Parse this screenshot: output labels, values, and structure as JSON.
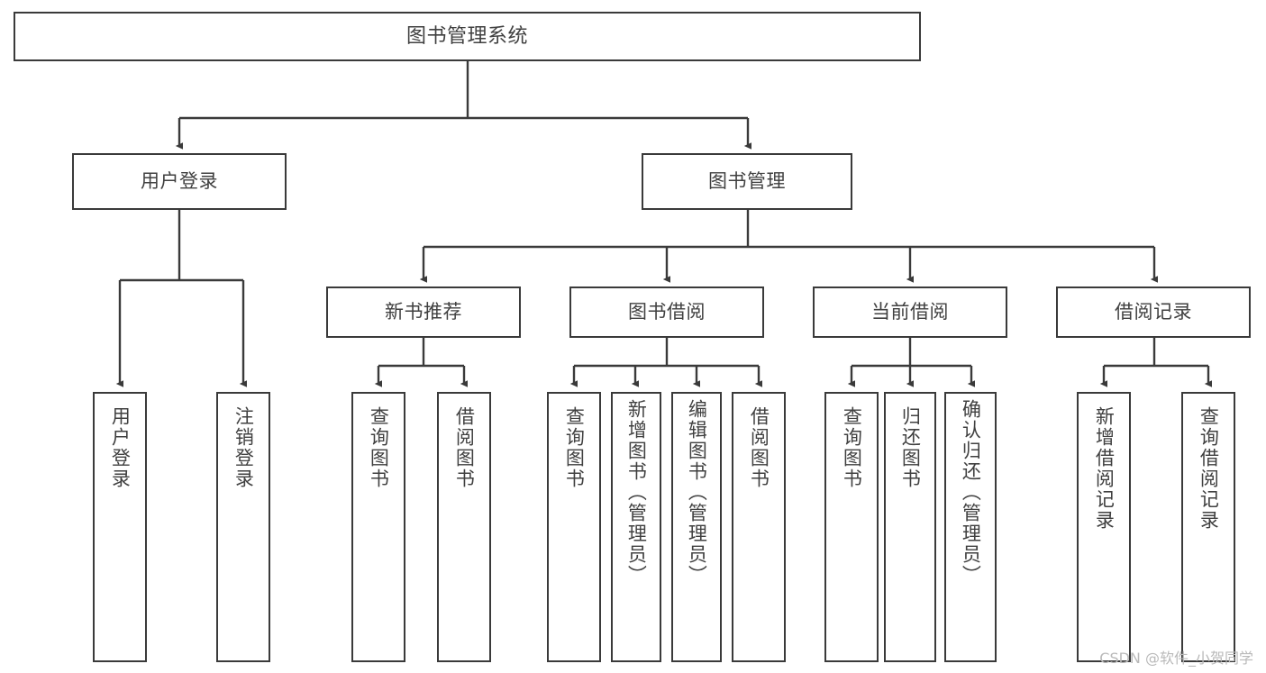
{
  "diagram": {
    "type": "tree",
    "title": "图书管理系统",
    "watermark": "CSDN @软件_小贺同学",
    "colors": {
      "box_border": "#3a3a3a",
      "box_fill": "#ffffff",
      "text": "#404040",
      "edge": "#3a3a3a",
      "watermark": "#b9b9b9",
      "background": "#ffffff"
    },
    "nodes": {
      "root": {
        "label": "图书管理系统"
      },
      "level1": [
        {
          "label": "用户登录"
        },
        {
          "label": "图书管理"
        }
      ],
      "level2": [
        {
          "label": "新书推荐"
        },
        {
          "label": "图书借阅"
        },
        {
          "label": "当前借阅"
        },
        {
          "label": "借阅记录"
        }
      ],
      "leaves_user_login": [
        {
          "label": "用户登录"
        },
        {
          "label": "注销登录"
        }
      ],
      "leaves_new_book": [
        {
          "label": "查询图书"
        },
        {
          "label": "借阅图书"
        }
      ],
      "leaves_borrow": [
        {
          "label": "查询图书"
        },
        {
          "label": "新增图书（管理员）"
        },
        {
          "label": "编辑图书（管理员）"
        },
        {
          "label": "借阅图书"
        }
      ],
      "leaves_current": [
        {
          "label": "查询图书"
        },
        {
          "label": "归还图书"
        },
        {
          "label": "确认归还（管理员）"
        }
      ],
      "leaves_records": [
        {
          "label": "新增借阅记录"
        },
        {
          "label": "查询借阅记录"
        }
      ]
    }
  }
}
